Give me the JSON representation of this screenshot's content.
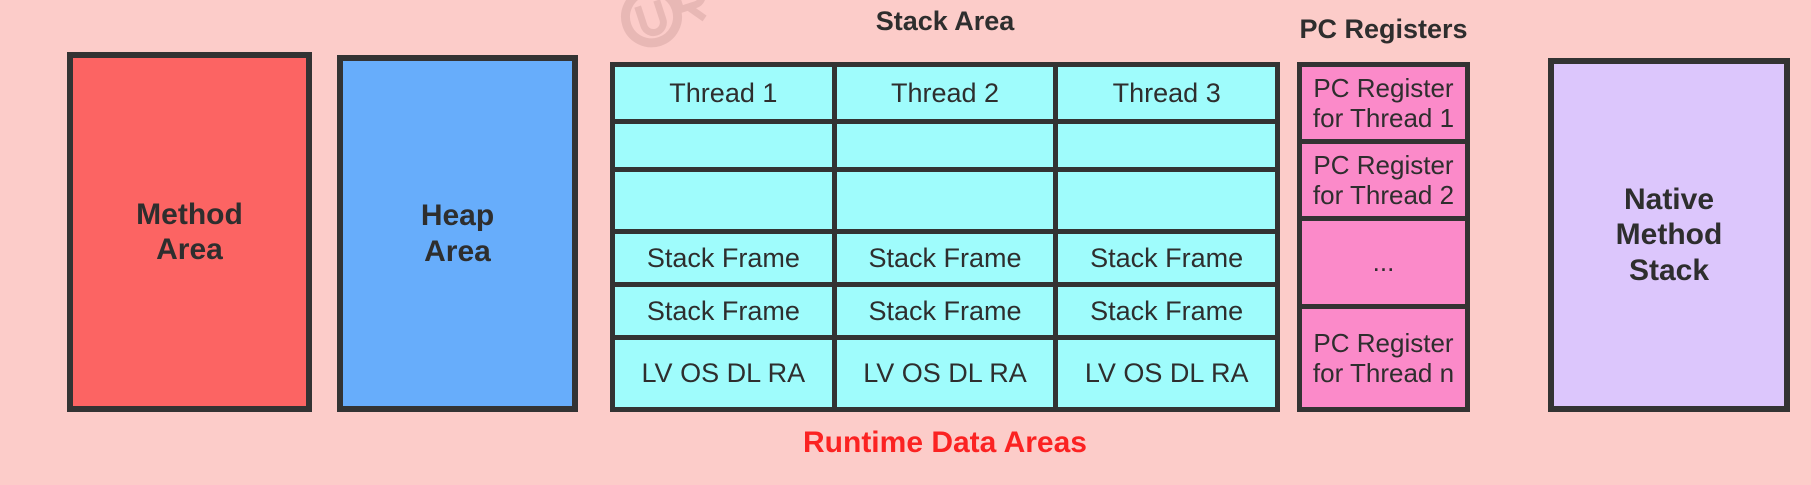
{
  "diagram": {
    "background_color": "#fcccc9",
    "border_color": "#333333",
    "footer_caption": "Runtime Data Areas",
    "footer_color": "#fb2222"
  },
  "method_area": {
    "label": "Method\nArea",
    "line1": "Method",
    "line2": "Area",
    "color": "#fc6463"
  },
  "heap_area": {
    "label": "Heap\nArea",
    "line1": "Heap",
    "line2": "Area",
    "color": "#67adfb"
  },
  "native_method_stack": {
    "line1": "Native",
    "line2": "Method",
    "line3": "Stack",
    "color": "#dcc6fc"
  },
  "stack_area": {
    "title": "Stack Area",
    "cell_color": "#9ffcfc",
    "columns": [
      {
        "header": "Thread 1",
        "cells": [
          "Thread 1",
          "",
          "",
          "Stack Frame",
          "Stack Frame",
          "LV OS DL RA"
        ]
      },
      {
        "header": "Thread 2",
        "cells": [
          "Thread 2",
          "",
          "",
          "Stack Frame",
          "Stack Frame",
          "LV OS DL RA"
        ]
      },
      {
        "header": "Thread 3",
        "cells": [
          "Thread 3",
          "",
          "",
          "Stack Frame",
          "Stack Frame",
          "LV OS DL RA"
        ]
      }
    ]
  },
  "pc_registers": {
    "title": "PC Registers",
    "cell_color": "#fb8ac9",
    "rows": [
      "PC Register for Thread 1",
      "PC Register for Thread 2",
      "...",
      "PC Register for Thread n"
    ]
  },
  "watermark": {
    "name": "logo-watermark"
  }
}
